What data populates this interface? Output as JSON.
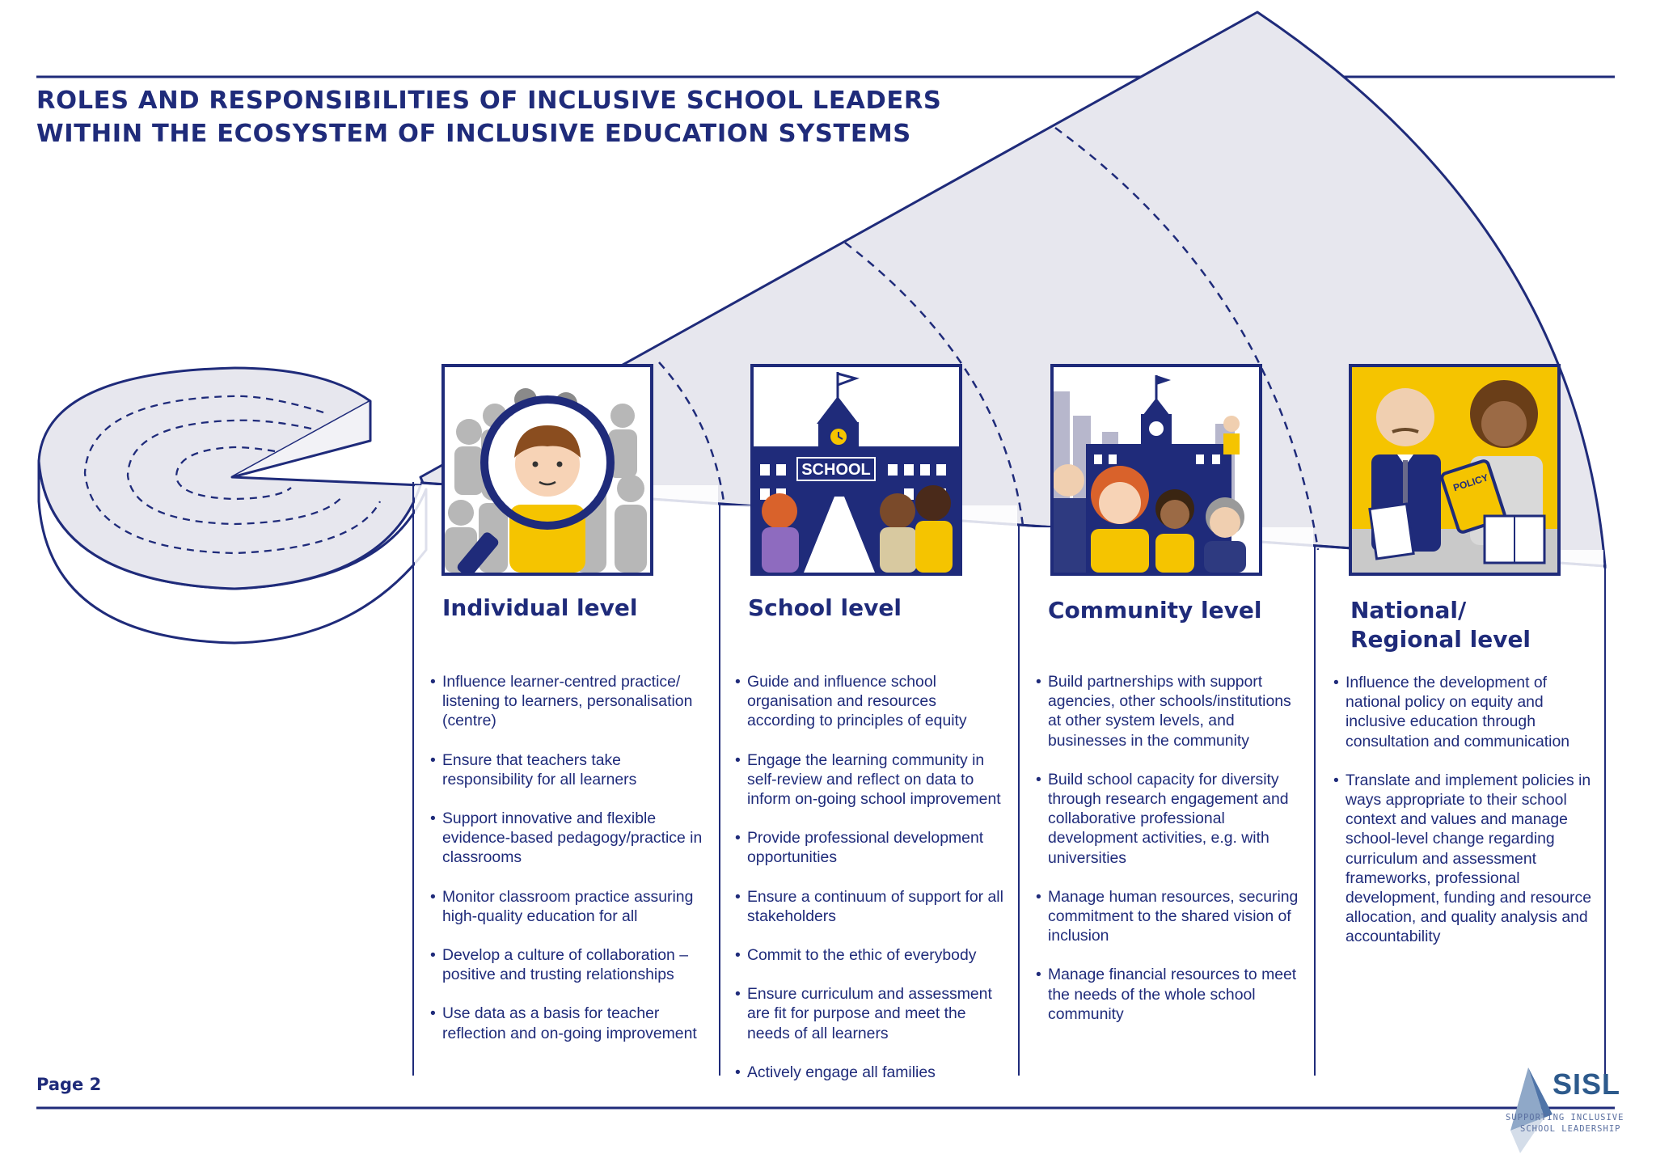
{
  "title": {
    "line1": "ROLES AND RESPONSIBILITIES OF INCLUSIVE SCHOOL LEADERS",
    "line2": "WITHIN THE ECOSYSTEM OF INCLUSIVE EDUCATION SYSTEMS"
  },
  "page_label": "Page 2",
  "colors": {
    "navy": "#1f2b7a",
    "wedge_fill": "#e8e8ee",
    "school_sign_bg": "#1f2b7a",
    "yellow": "#f5c400",
    "grey_people": "#9a9a9a"
  },
  "levels": [
    {
      "title": "Individual level",
      "illustration": "magnifier-child-icon",
      "bullets": [
        "Influence learner-centred practice/ listening to learners, personalisation (centre)",
        "Ensure that teachers take responsibility for all learners",
        "Support innovative and flexible evidence-based pedagogy/practice in classrooms",
        "Monitor classroom practice assuring high-quality education for all",
        "Develop a culture of collaboration – positive and trusting relationships",
        "Use data as a basis for teacher reflection and on-going improvement"
      ]
    },
    {
      "title": "School level",
      "illustration": "school-building-icon",
      "sign": "SCHOOL",
      "bullets": [
        "Guide and influence school organisation and resources according to principles of equity",
        "Engage the learning community in self-review and reflect on data to inform on-going school improvement",
        "Provide professional development opportunities",
        "Ensure a continuum of support for all stakeholders",
        "Commit to the ethic of everybody",
        "Ensure curriculum and assessment are fit for purpose and meet the needs of all learners",
        "Actively engage all families"
      ]
    },
    {
      "title": "Community level",
      "illustration": "community-people-icon",
      "bullets": [
        "Build partnerships with support agencies, other schools/institutions at other system levels, and businesses in the community",
        "Build school capacity for diversity through research engagement and collaborative professional development activities, e.g. with universities",
        "Manage human resources, securing commitment to the shared vision of inclusion",
        "Manage financial resources to meet the needs of the whole school community"
      ]
    },
    {
      "title_line1": "National/",
      "title_line2": "Regional level",
      "illustration": "policy-makers-icon",
      "sign": "POLICY",
      "bullets": [
        "Influence the development of national policy on equity and inclusive education through consultation and communication",
        "Translate and implement policies in ways appropriate to their school context and values and manage school-level change regarding curriculum and assessment frameworks, professional development, funding and resource allocation, and quality analysis and accountability"
      ]
    }
  ],
  "logo": {
    "name": "SISL",
    "tagline1": "SUPPORTING INCLUSIVE",
    "tagline2": "SCHOOL LEADERSHIP"
  }
}
